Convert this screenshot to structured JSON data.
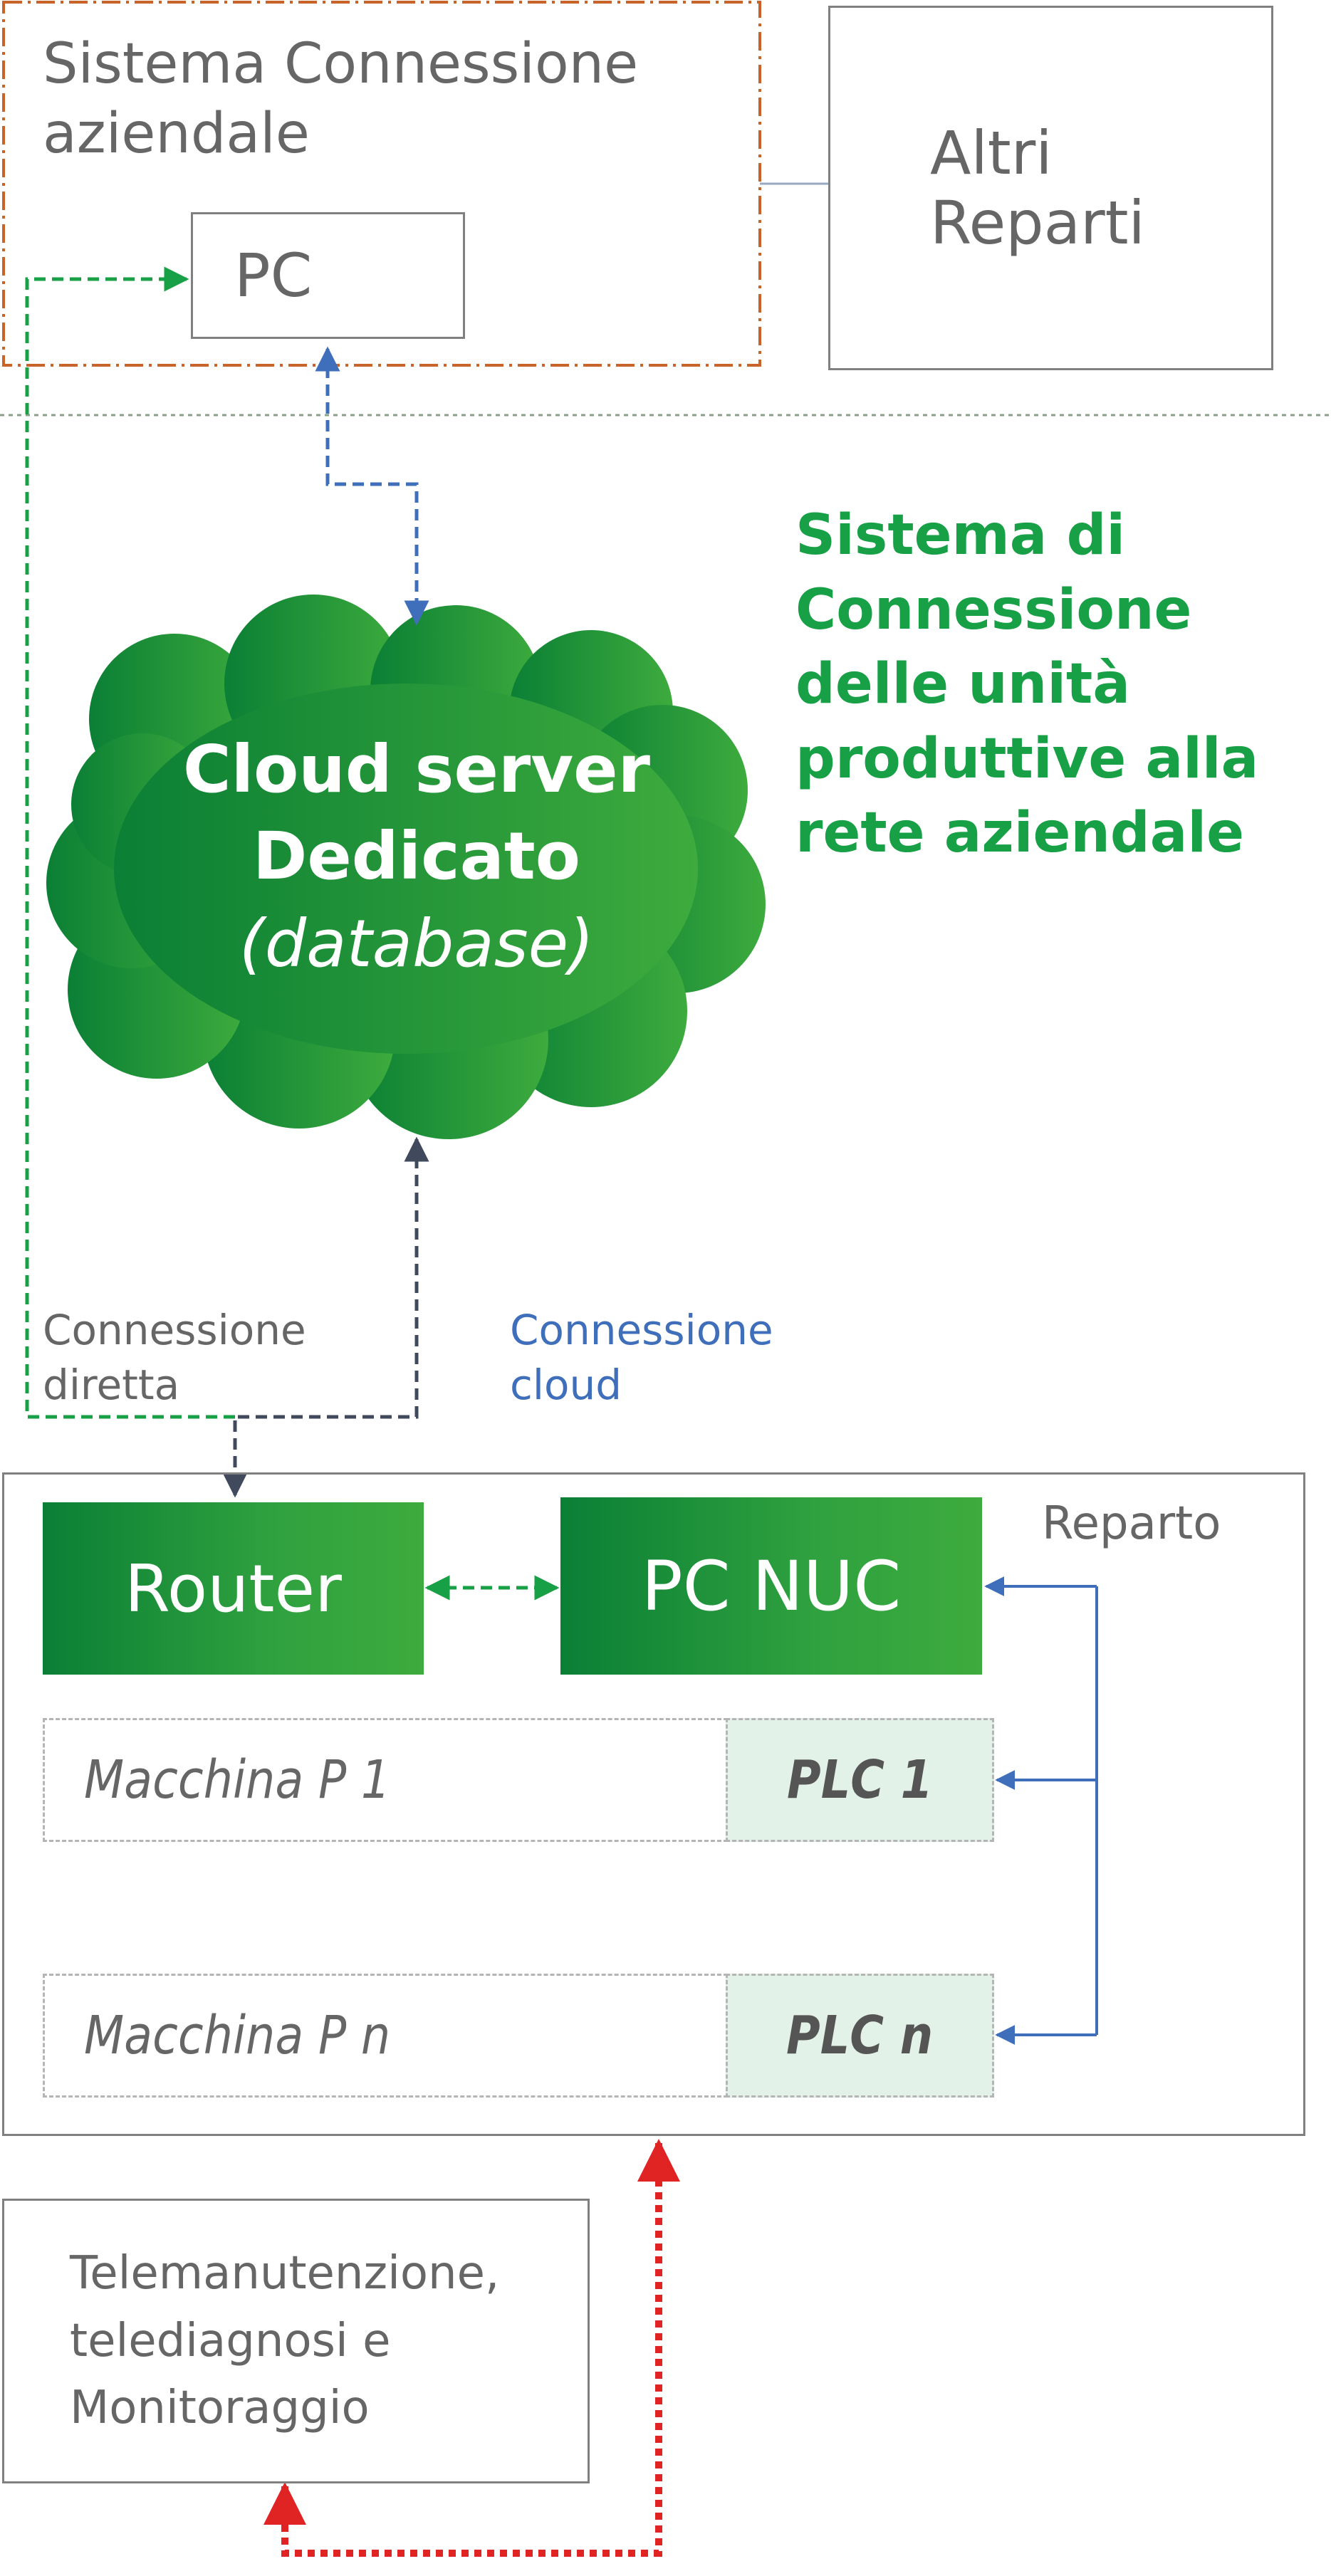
{
  "enterprise_system": {
    "title": "Sistema Connessione aziendale",
    "pc_label": "PC",
    "other_departments": "Altri Reparti"
  },
  "production_network_title": "Sistema di Connessione delle unità produttive alla rete aziendale",
  "cloud": {
    "line1": "Cloud server",
    "line2": "Dedicato",
    "line3": "(database)"
  },
  "connections": {
    "direct": "Connessione diretta",
    "cloud": "Connessione cloud"
  },
  "department": {
    "label": "Reparto",
    "router": "Router",
    "pc_nuc": "PC NUC",
    "machines": [
      {
        "name": "Macchina P 1",
        "plc": "PLC 1"
      },
      {
        "name": "Macchina P n",
        "plc": "PLC n"
      }
    ]
  },
  "remote_services": "Telemanutenzione, telediagnosi e Monitoraggio",
  "colors": {
    "cloud_connection": "#3f6fba",
    "direct_connection": "#18a046",
    "remote_link": "#e02424",
    "enterprise_border": "#c8642a",
    "cloud_fill_dark": "#0b7f35",
    "cloud_fill_light": "#3dab3d"
  }
}
